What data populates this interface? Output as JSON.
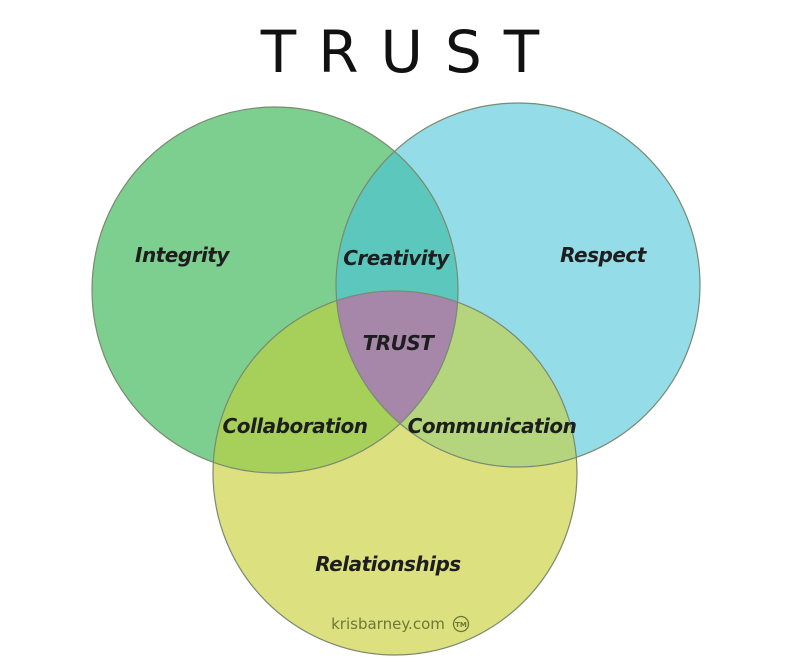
{
  "title": "TRUST",
  "diagram": {
    "type": "venn",
    "sets": [
      {
        "label": "Integrity",
        "color": "#7dcf8f"
      },
      {
        "label": "Respect",
        "color": "#93dce8"
      },
      {
        "label": "Relationships",
        "color": "#dce07f"
      }
    ],
    "intersections": [
      {
        "sets": [
          "Integrity",
          "Respect"
        ],
        "label": "Creativity",
        "color": "#5cc7bd"
      },
      {
        "sets": [
          "Integrity",
          "Relationships"
        ],
        "label": "Collaboration",
        "color": "#a6d05a"
      },
      {
        "sets": [
          "Respect",
          "Relationships"
        ],
        "label": "Communication",
        "color": "#b4d57e"
      },
      {
        "sets": [
          "Integrity",
          "Respect",
          "Relationships"
        ],
        "label": "TRUST",
        "color": "#a686a9"
      }
    ]
  },
  "watermark": "krisbarney.com",
  "trademark": "TM",
  "outline_color": "#7a8a70"
}
